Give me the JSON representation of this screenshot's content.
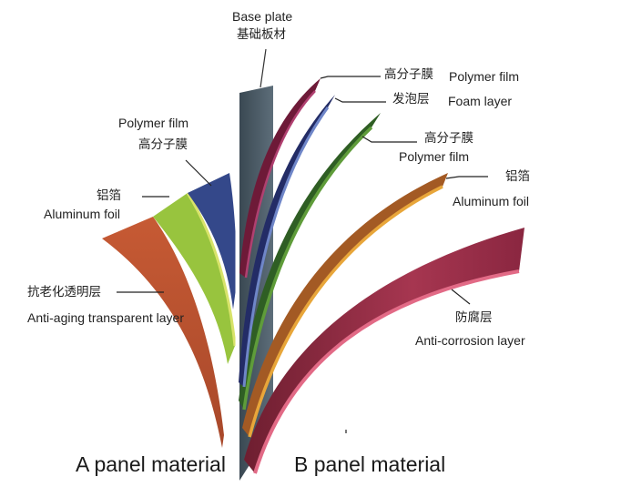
{
  "panels": {
    "a_title": "A panel material",
    "b_title": "B panel material"
  },
  "labels": {
    "base_plate_en": "Base plate",
    "base_plate_zh": "基础板材",
    "b_polymer_top_zh": "高分子膜",
    "b_polymer_top_en": "Polymer film",
    "b_foam_zh": "发泡层",
    "b_foam_en": "Foam layer",
    "b_polymer_mid_zh": "高分子膜",
    "b_polymer_mid_en": "Polymer film",
    "b_aluminum_zh": "铝箔",
    "b_aluminum_en": "Aluminum foil",
    "b_anticorrosion_zh": "防腐层",
    "b_anticorrosion_en": "Anti-corrosion layer",
    "a_polymer_en": "Polymer film",
    "a_polymer_zh": "高分子膜",
    "a_aluminum_zh": "铝箔",
    "a_aluminum_en": "Aluminum foil",
    "a_antiaging_zh": "抗老化透明层",
    "a_antiaging_en": "Anti-aging transparent layer"
  },
  "colors": {
    "base_plate": "#4a5a66",
    "b_polymer_top": "#7a1e3e",
    "b_foam": "#26316b",
    "b_polymer_mid": "#3f7a2e",
    "b_aluminum": "#b86a2a",
    "b_anticorrosion": "#9e2f48",
    "a_polymer": "#354a8c",
    "a_aluminum": "#8cb83a",
    "a_antiaging": "#b8502c"
  }
}
